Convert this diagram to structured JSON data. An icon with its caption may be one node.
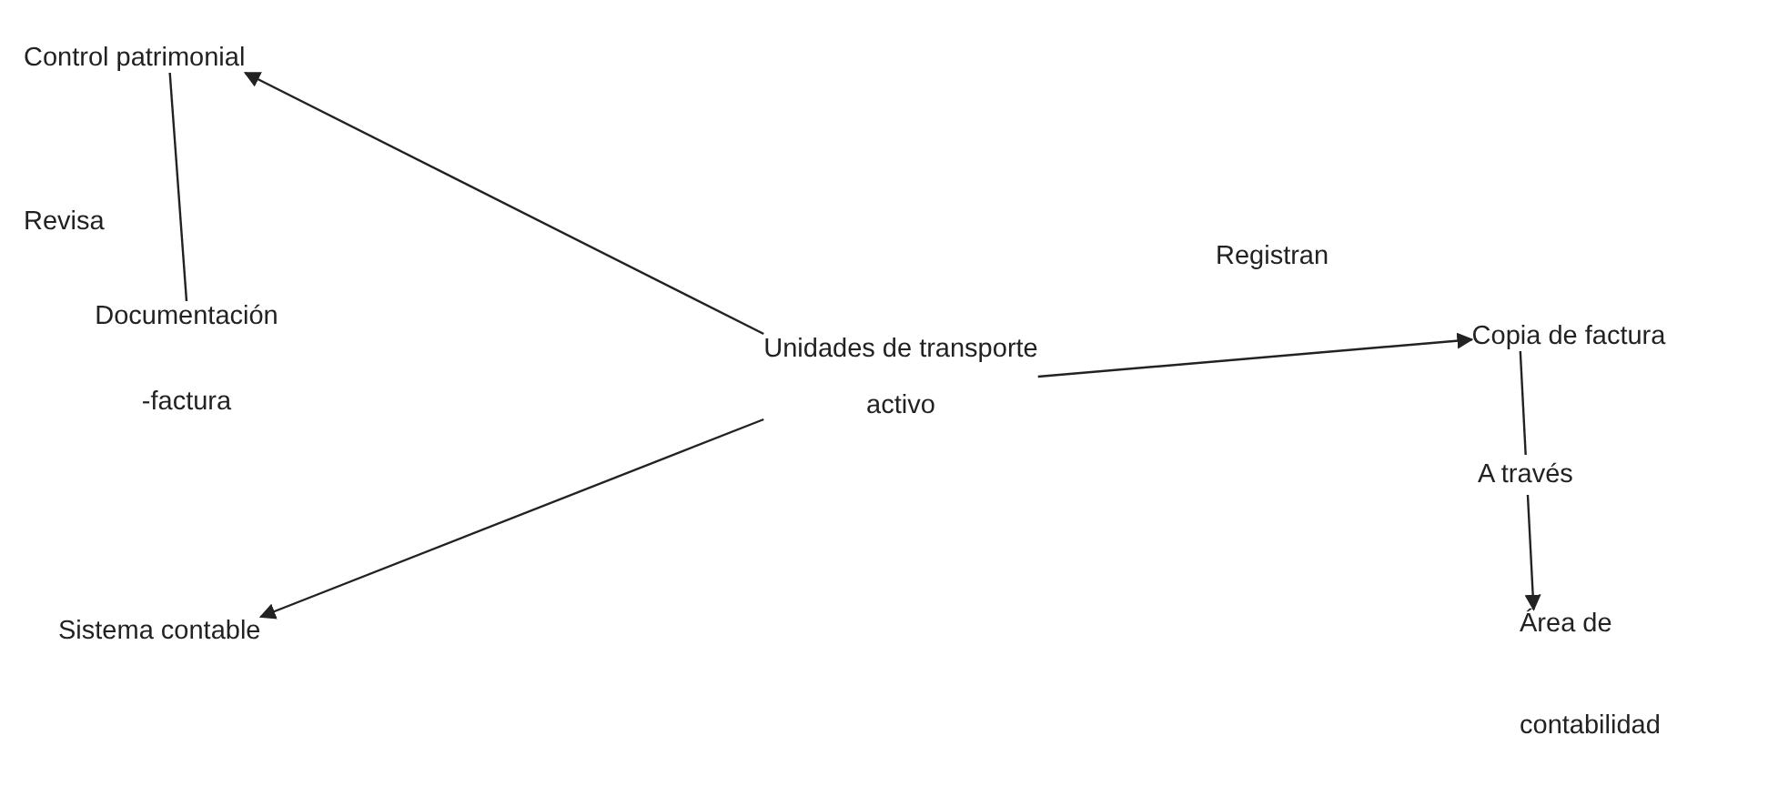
{
  "diagram": {
    "nodes": [
      {
        "text": [
          "Control patrimonial"
        ]
      },
      {
        "text": [
          "Documentación -factura"
        ]
      },
      {
        "text": [
          "Unidades de transporte activo"
        ]
      },
      {
        "text": [
          "Copia de factura"
        ]
      },
      {
        "text": [
          "Sistema contable"
        ]
      },
      {
        "text": [
          "Área de contabilidad"
        ]
      }
    ],
    "edges": [
      {
        "from": 2,
        "to": 0,
        "arrow": "to"
      },
      {
        "from": 2,
        "to": 4,
        "arrow": "to"
      },
      {
        "from": 2,
        "to": 3,
        "arrow": "to",
        "label": "Registran"
      },
      {
        "from": 3,
        "to": 5,
        "arrow": "to",
        "label": "A través"
      },
      {
        "from": 0,
        "to": 1,
        "arrow": "none",
        "label": "Revisa"
      }
    ]
  }
}
